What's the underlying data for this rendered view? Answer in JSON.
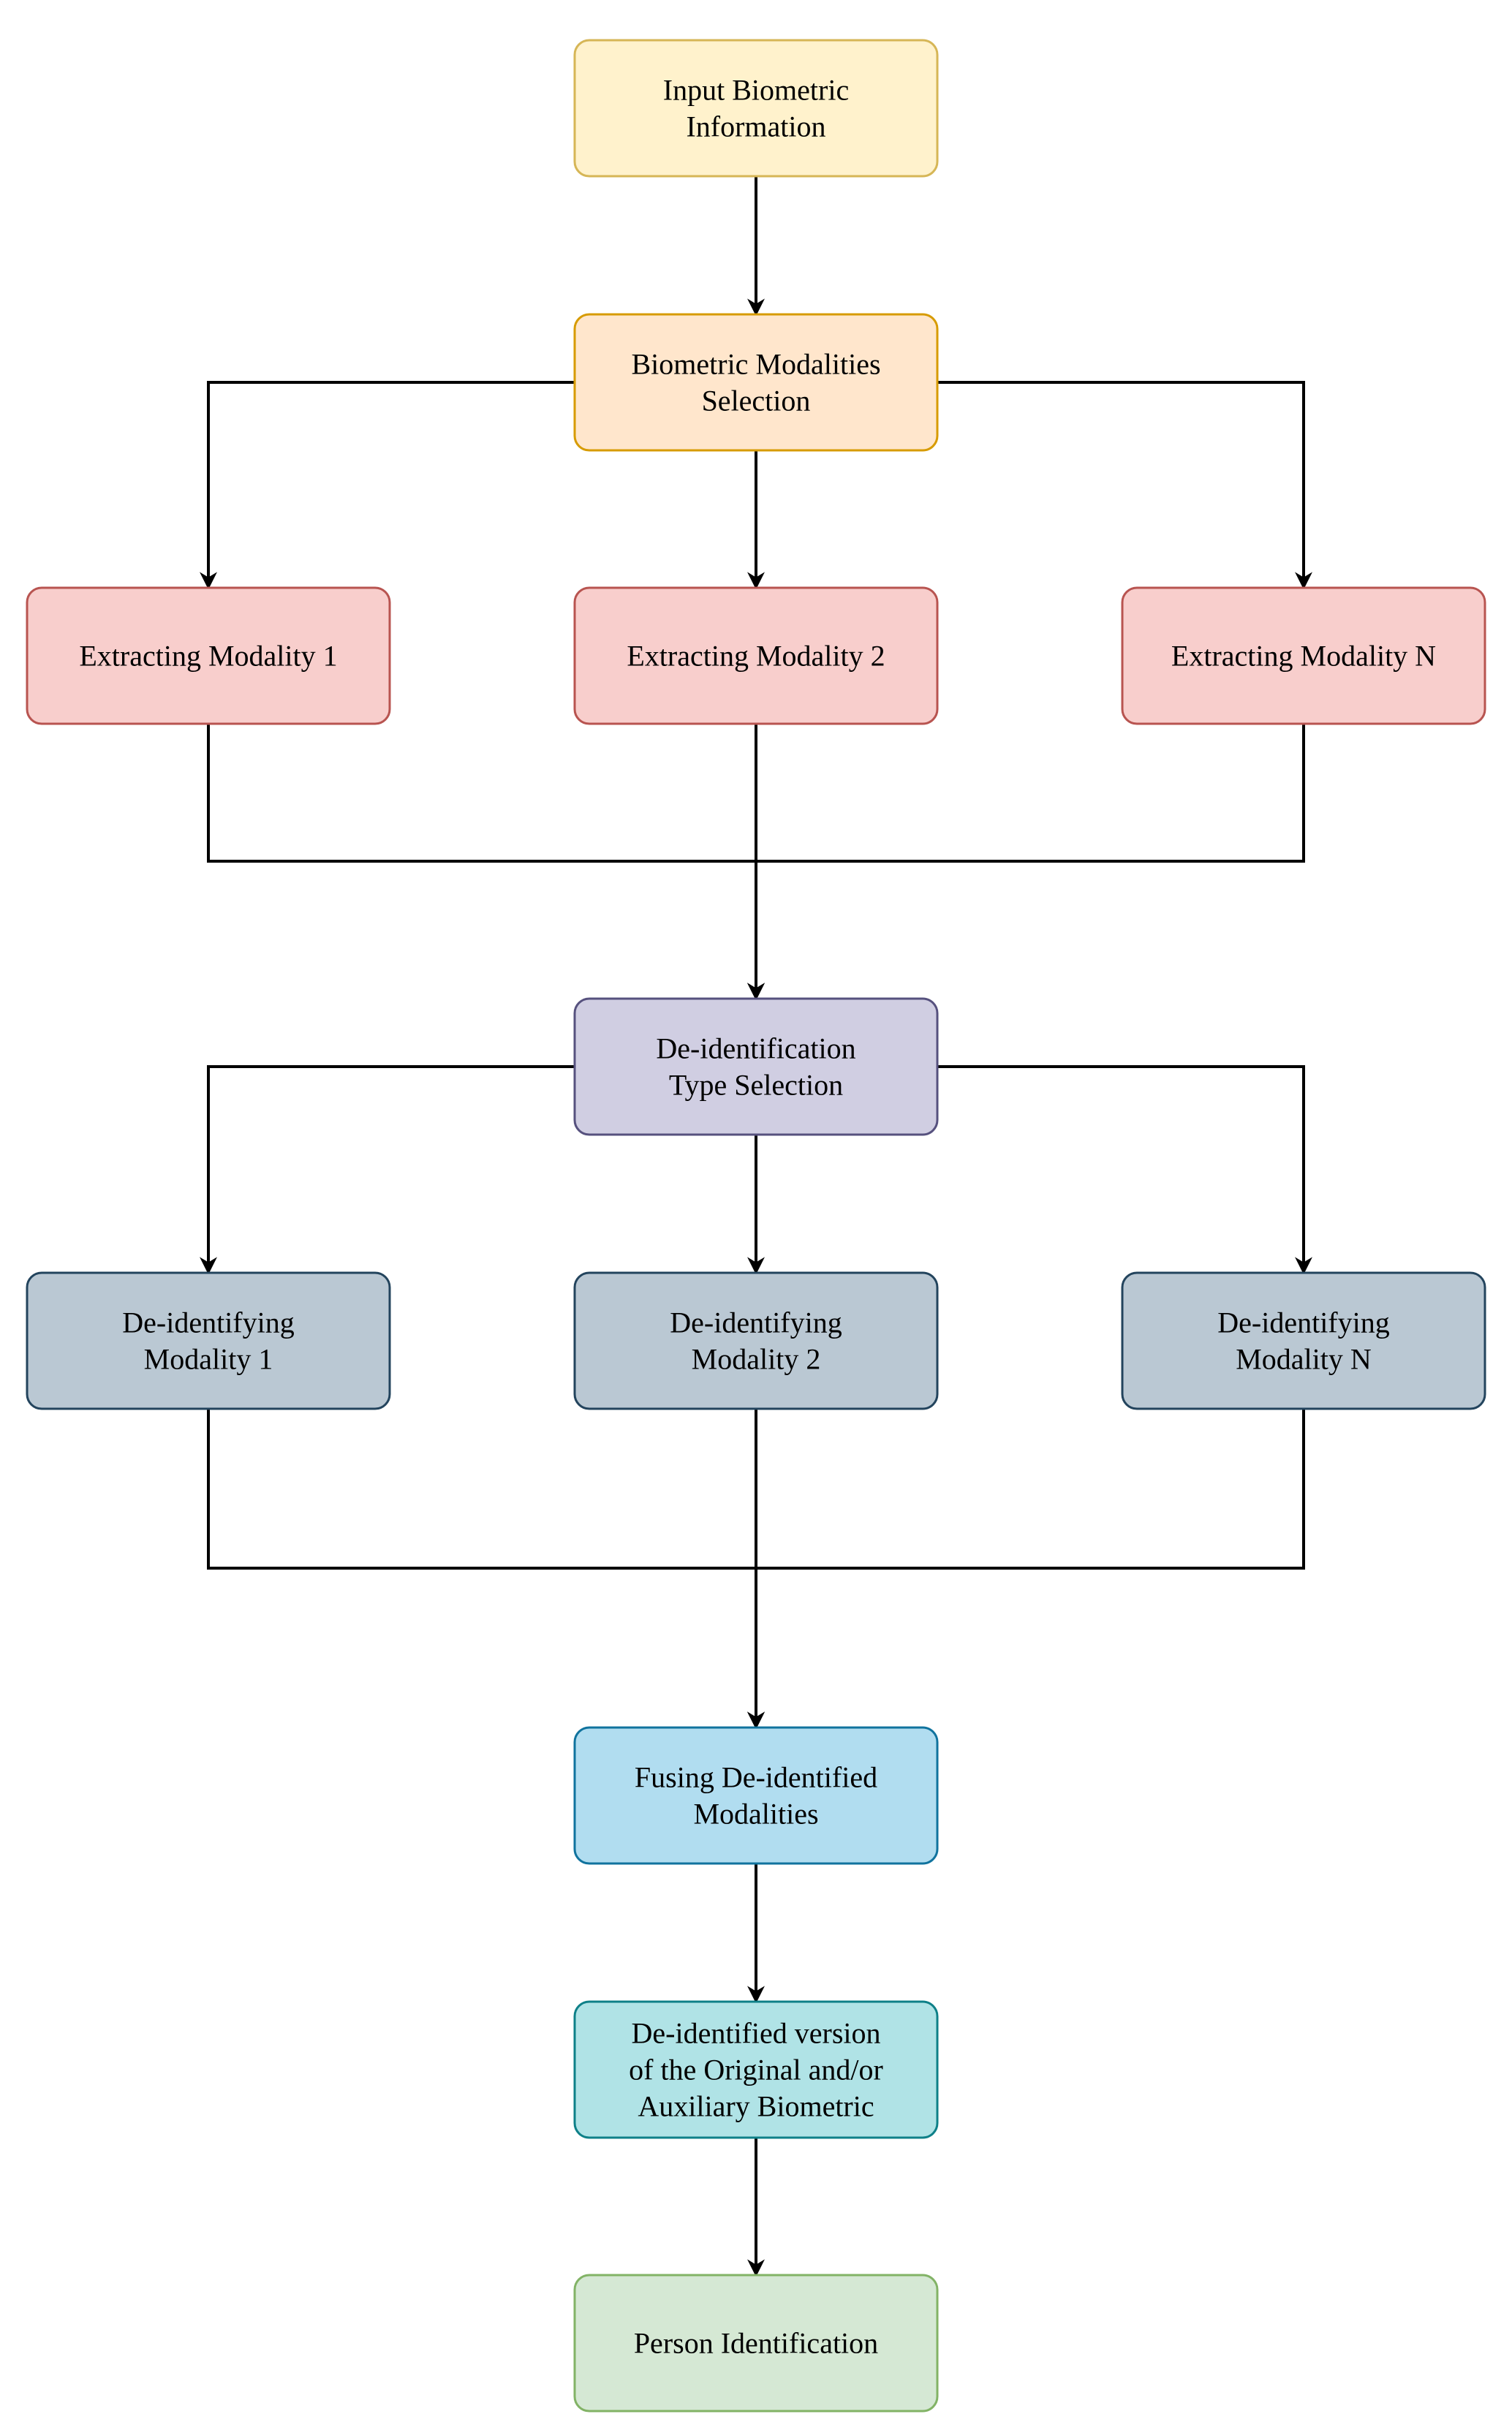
{
  "diagram": {
    "type": "flowchart",
    "nodes": [
      {
        "id": "input",
        "lines": [
          "Input Biometric",
          "Information"
        ],
        "fill": "#fff2cc",
        "stroke": "#d6b656"
      },
      {
        "id": "selection",
        "lines": [
          "Biometric Modalities",
          "Selection"
        ],
        "fill": "#ffe6cc",
        "stroke": "#d79b00"
      },
      {
        "id": "extract1",
        "lines": [
          "Extracting Modality 1"
        ],
        "fill": "#f8cecc",
        "stroke": "#b85450"
      },
      {
        "id": "extract2",
        "lines": [
          "Extracting Modality 2"
        ],
        "fill": "#f8cecc",
        "stroke": "#b85450"
      },
      {
        "id": "extractN",
        "lines": [
          "Extracting Modality N"
        ],
        "fill": "#f8cecc",
        "stroke": "#b85450"
      },
      {
        "id": "deidType",
        "lines": [
          "De-identification",
          "Type Selection"
        ],
        "fill": "#d0cee2",
        "stroke": "#56517e"
      },
      {
        "id": "deid1",
        "lines": [
          "De-identifying",
          "Modality 1"
        ],
        "fill": "#bac8d3",
        "stroke": "#23445d"
      },
      {
        "id": "deid2",
        "lines": [
          "De-identifying",
          "Modality 2"
        ],
        "fill": "#bac8d3",
        "stroke": "#23445d"
      },
      {
        "id": "deidN",
        "lines": [
          "De-identifying",
          "Modality N"
        ],
        "fill": "#bac8d3",
        "stroke": "#23445d"
      },
      {
        "id": "fusing",
        "lines": [
          "Fusing De-identified",
          "Modalities"
        ],
        "fill": "#b1ddf0",
        "stroke": "#10739e"
      },
      {
        "id": "deidVersion",
        "lines": [
          "De-identified version",
          "of the Original and/or",
          "Auxiliary Biometric"
        ],
        "fill": "#b0e3e6",
        "stroke": "#0e8088"
      },
      {
        "id": "person",
        "lines": [
          "Person Identification"
        ],
        "fill": "#d5e8d4",
        "stroke": "#82b366"
      }
    ],
    "edges": [
      {
        "from": "input",
        "to": "selection"
      },
      {
        "from": "selection",
        "to": "extract1"
      },
      {
        "from": "selection",
        "to": "extract2"
      },
      {
        "from": "selection",
        "to": "extractN"
      },
      {
        "from": "extract1",
        "to": "deidType"
      },
      {
        "from": "extract2",
        "to": "deidType"
      },
      {
        "from": "extractN",
        "to": "deidType"
      },
      {
        "from": "deidType",
        "to": "deid1"
      },
      {
        "from": "deidType",
        "to": "deid2"
      },
      {
        "from": "deidType",
        "to": "deidN"
      },
      {
        "from": "deid1",
        "to": "fusing"
      },
      {
        "from": "deid2",
        "to": "fusing"
      },
      {
        "from": "deidN",
        "to": "fusing"
      },
      {
        "from": "fusing",
        "to": "deidVersion"
      },
      {
        "from": "deidVersion",
        "to": "person"
      }
    ]
  }
}
